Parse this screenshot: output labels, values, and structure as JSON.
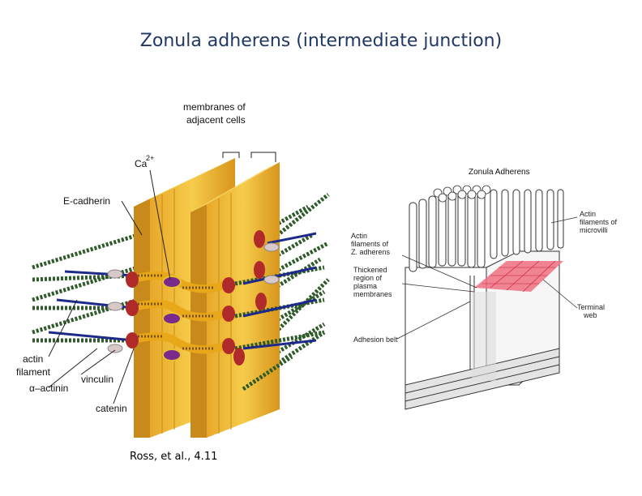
{
  "slide": {
    "title": "Zonula adherens (intermediate junction)",
    "citation": "Ross, et al., 4.11"
  },
  "left_figure": {
    "labels": {
      "membranes_1": "membranes of",
      "membranes_2": "adjacent cells",
      "calcium": "Ca",
      "calcium_sup": "2+",
      "e_cadherin": "E-cadherin",
      "actin_1": "actin",
      "actin_2": "filament",
      "alpha_actinin": "α–actinin",
      "vinculin": "vinculin",
      "catenin": "catenin"
    }
  },
  "right_figure": {
    "title": "Zonula Adherens",
    "labels": {
      "actin_za_1": "Actin",
      "actin_za_2": "filaments  of",
      "actin_za_3": "Z. adherens",
      "thick_1": "Thickened",
      "thick_2": "region of",
      "thick_3": "plasma",
      "thick_4": "membranes",
      "adhesion_belt": "Adhesion belt",
      "actin_mv_1": "Actin",
      "actin_mv_2": "filaments of",
      "actin_mv_3": "microvilli",
      "terminal_1": "Terminal",
      "terminal_2": "web"
    },
    "colors": {
      "terminal_web": "#f07080"
    }
  },
  "colors": {
    "title": "#1f3864",
    "membrane": "#f0c040",
    "actin": "#2f5a2a",
    "cadherin": "#7a2a8a",
    "ridge": "#c03030"
  }
}
